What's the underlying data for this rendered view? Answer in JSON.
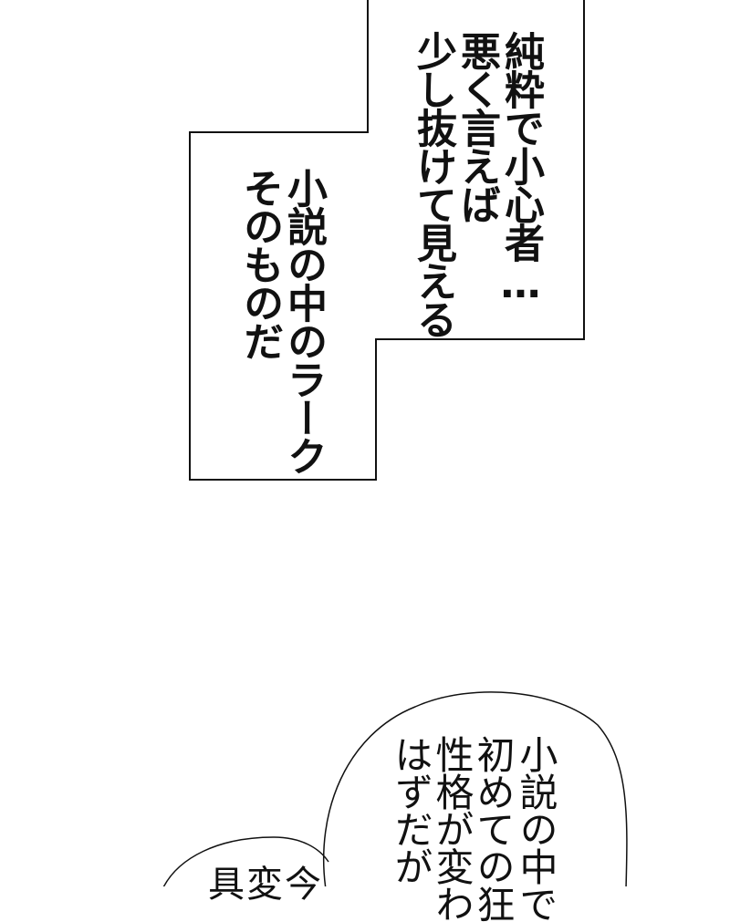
{
  "box_upper": {
    "lines": [
      "純粋で小心者…",
      "悪く言えば",
      "少し抜けて見える"
    ]
  },
  "box_lower": {
    "lines": [
      "小説の中のラーク",
      "そのものだ"
    ]
  },
  "bubble": {
    "lines": [
      "小説の中で",
      "初めての狂",
      "性格が変わ",
      "はずだが"
    ],
    "partial_line": "具変今"
  },
  "colors": {
    "ink": "#111111",
    "paper": "#ffffff"
  }
}
